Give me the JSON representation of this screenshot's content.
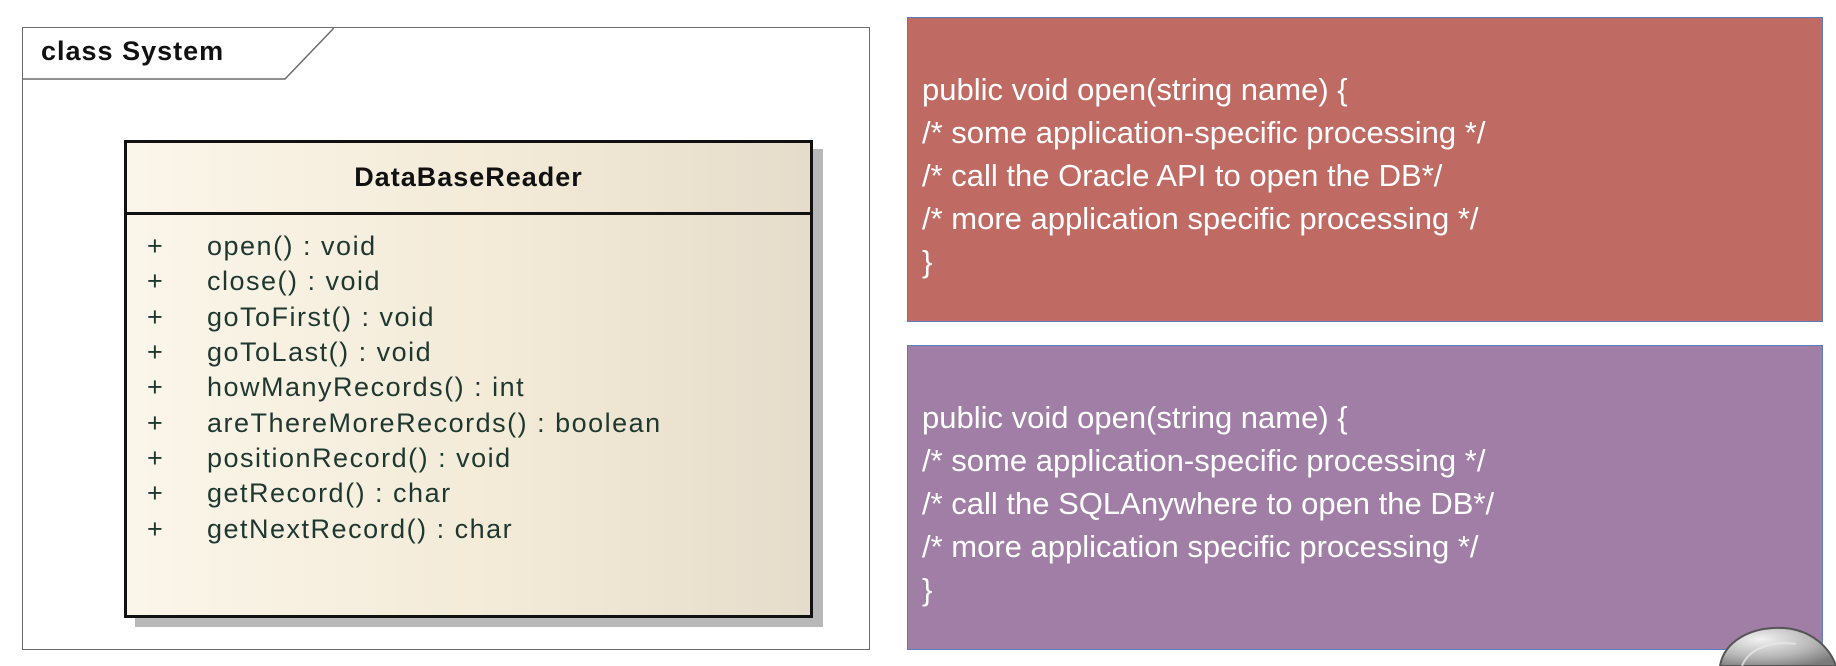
{
  "frame": {
    "title": "class System"
  },
  "class": {
    "name": "DataBaseReader",
    "operations": [
      {
        "visibility": "+",
        "signature": "open() : void"
      },
      {
        "visibility": "+",
        "signature": "close() : void"
      },
      {
        "visibility": "+",
        "signature": "goToFirst() : void"
      },
      {
        "visibility": "+",
        "signature": "goToLast() : void"
      },
      {
        "visibility": "+",
        "signature": "howManyRecords() : int"
      },
      {
        "visibility": "+",
        "signature": "areThereMoreRecords() : boolean"
      },
      {
        "visibility": "+",
        "signature": "positionRecord() : void"
      },
      {
        "visibility": "+",
        "signature": "getRecord() : char"
      },
      {
        "visibility": "+",
        "signature": "getNextRecord() : char"
      }
    ]
  },
  "code_oracle": {
    "lines": [
      "public void open(string name) {",
      "/* some application-specific processing */",
      "/* call the Oracle API to open the DB*/",
      "/* more application specific processing */",
      "}"
    ]
  },
  "code_sqlanywhere": {
    "lines": [
      "public void open(string name) {",
      "/* some application-specific processing */",
      "/* call the SQLAnywhere to open the DB*/",
      "/* more application specific processing */",
      "}"
    ]
  },
  "colors": {
    "oracle_panel": "#bf6b63",
    "sqlanywhere_panel": "#a07ea6",
    "panel_border": "#5b7cbf",
    "class_fill": "#f3ead7"
  }
}
